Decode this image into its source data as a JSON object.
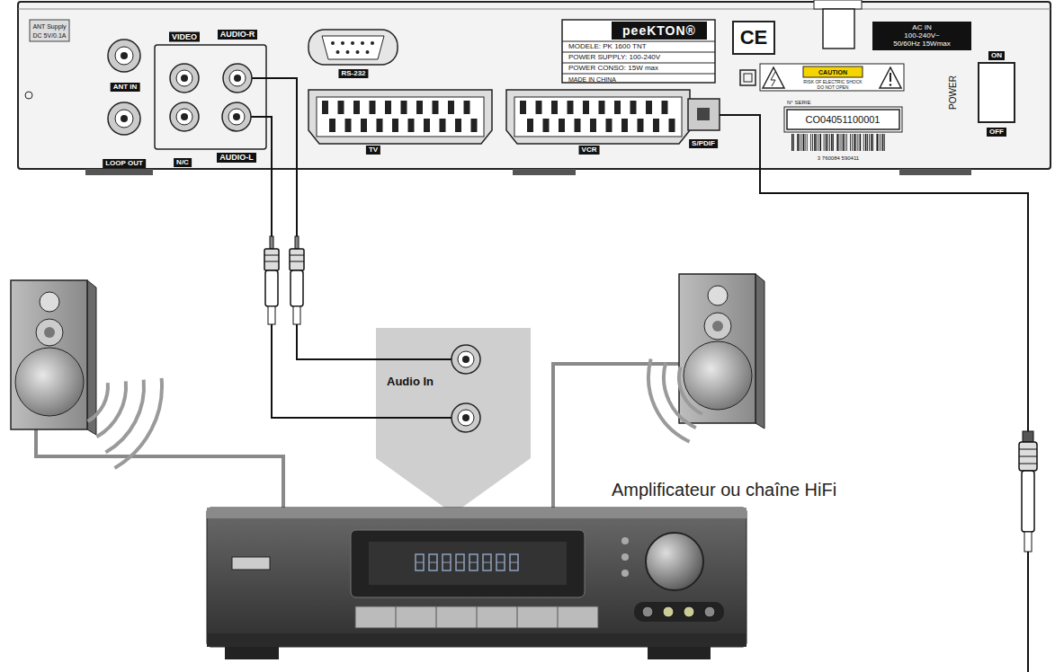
{
  "diagram": {
    "nodes": [
      {
        "text": [
          "AUDIO-R"
        ]
      },
      {
        "text": [
          "AUDIO-L"
        ]
      },
      {
        "text": [
          "Audio In"
        ]
      },
      {
        "text": [
          "Amplificateur ou chaîne HiFi"
        ]
      }
    ],
    "edges": [
      {
        "from": 0,
        "to": 2,
        "arrow": "none"
      },
      {
        "from": 1,
        "to": 2,
        "arrow": "none"
      }
    ],
    "labels": [
      "ANT Supply",
      "DC 5V/0.1A",
      "ANT IN",
      "LOOP OUT",
      "VIDEO",
      "N/C",
      "RS-232",
      "TV",
      "VCR",
      "peeKTON®",
      "MODELE: PK 1600 TNT",
      "POWER SUPPLY: 100-240V",
      "POWER CONSO: 15W max",
      "MADE IN CHINA",
      "CE",
      "AC IN",
      "100-240V~",
      "50/60Hz 15Wmax",
      "CAUTION",
      "RISK OF ELECTRIC SHOCK",
      "DO NOT OPEN",
      "N° SERIE",
      "CO04051100001",
      "3 760084 590411",
      "S/PDIF",
      "POWER",
      "ON",
      "OFF"
    ]
  }
}
